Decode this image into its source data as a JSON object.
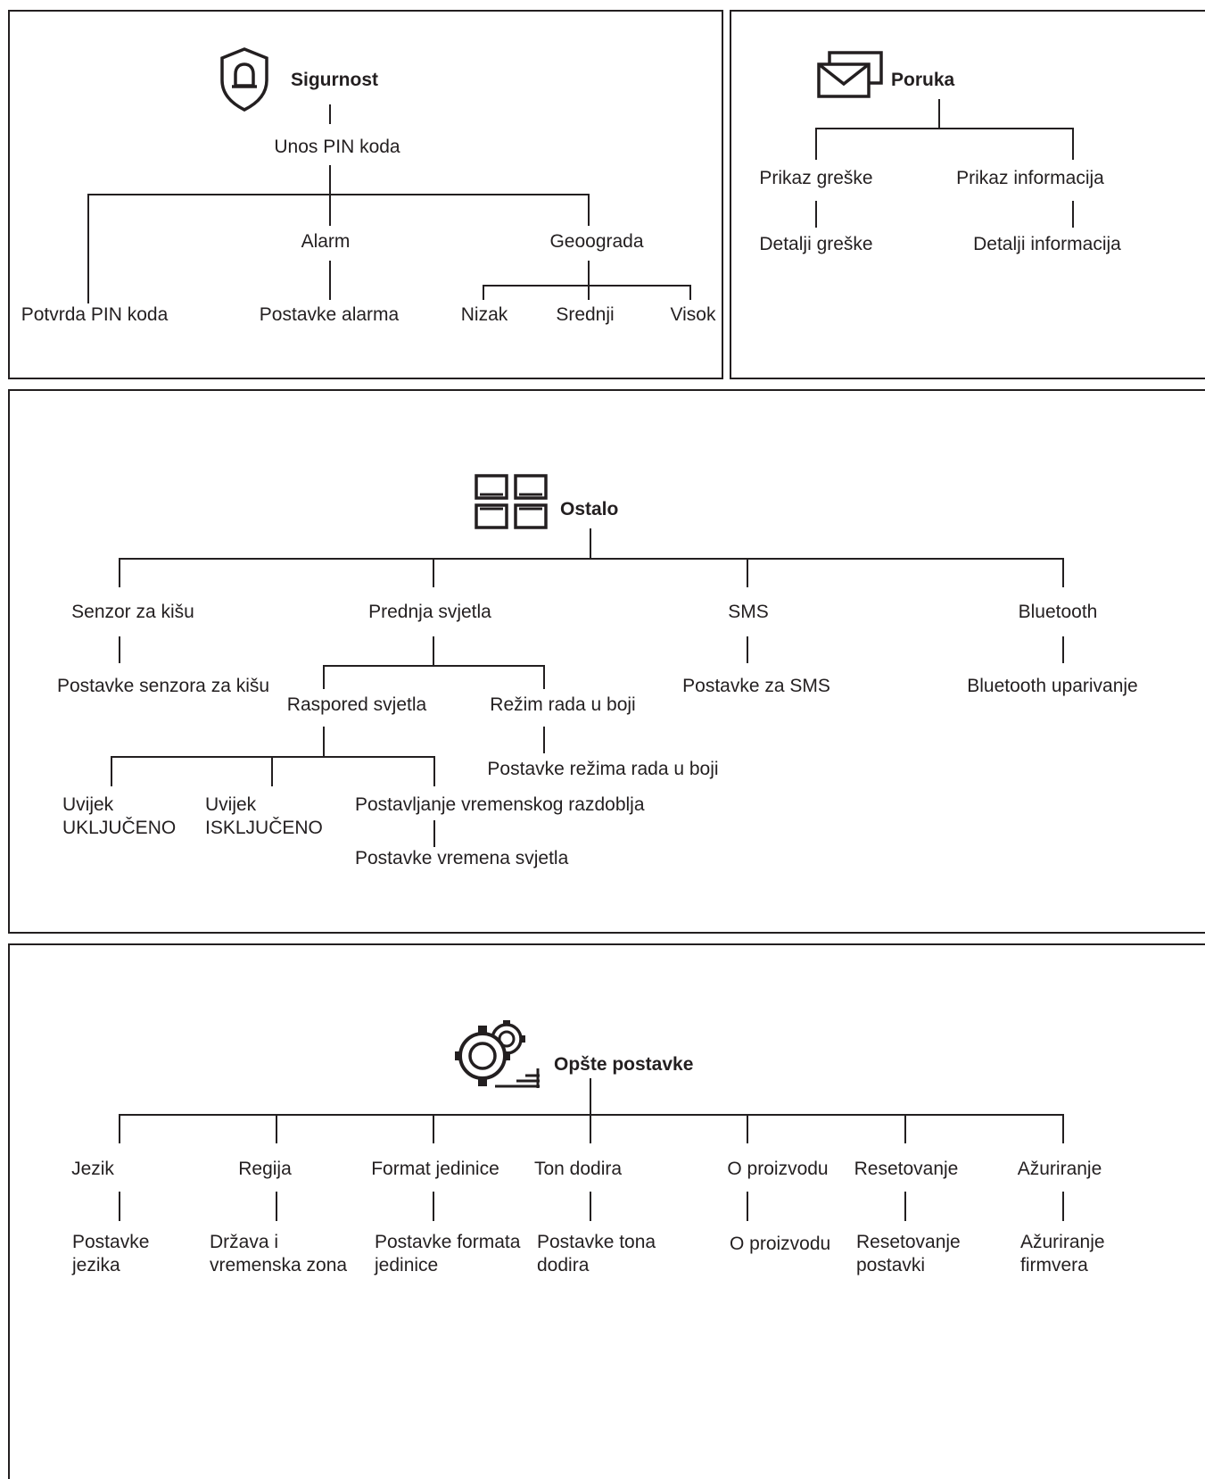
{
  "security": {
    "title": "Sigurnost",
    "pin_entry": "Unos PIN koda",
    "pin_confirm": "Potvrda PIN koda",
    "alarm": "Alarm",
    "alarm_settings": "Postavke alarma",
    "geofence": "Geoograda",
    "low": "Nizak",
    "medium": "Srednji",
    "high": "Visok",
    "icon": "shield-bell-icon"
  },
  "message": {
    "title": "Poruka",
    "error_view": "Prikaz greške",
    "error_details": "Detalji greške",
    "info_view": "Prikaz informacija",
    "info_details": "Detalji informacija",
    "icon": "envelope-icon"
  },
  "other": {
    "title": "Ostalo",
    "rain_sensor": "Senzor za kišu",
    "rain_sensor_settings": "Postavke senzora za kišu",
    "headlights": "Prednja svjetla",
    "light_schedule": "Raspored svjetla",
    "color_mode": "Režim rada u boji",
    "color_mode_settings": "Postavke režima rada u boji",
    "always_on": "Uvijek UKLJUČENO",
    "always_off": "Uvijek ISKLJUČENO",
    "time_period": "Postavljanje vremenskog razdoblja",
    "light_time_settings": "Postavke vremena svjetla",
    "sms": "SMS",
    "sms_settings": "Postavke za SMS",
    "bluetooth": "Bluetooth",
    "bluetooth_pairing": "Bluetooth uparivanje",
    "icon": "grid-icon"
  },
  "general": {
    "title": "Opšte postavke",
    "language": "Jezik",
    "language_settings": "Postavke jezika",
    "region": "Regija",
    "region_settings": "Država i vremenska zona",
    "unit_format": "Format jedinice",
    "unit_format_settings": "Postavke formata jedinice",
    "touch_tone": "Ton dodira",
    "touch_tone_settings": "Postavke tona dodira",
    "about": "O proizvodu",
    "about_detail": "O proizvodu",
    "reset": "Resetovanje",
    "reset_settings": "Resetovanje postavki",
    "update": "Ažuriranje",
    "update_firmware": "Ažuriranje firmvera",
    "icon": "gears-icon"
  }
}
